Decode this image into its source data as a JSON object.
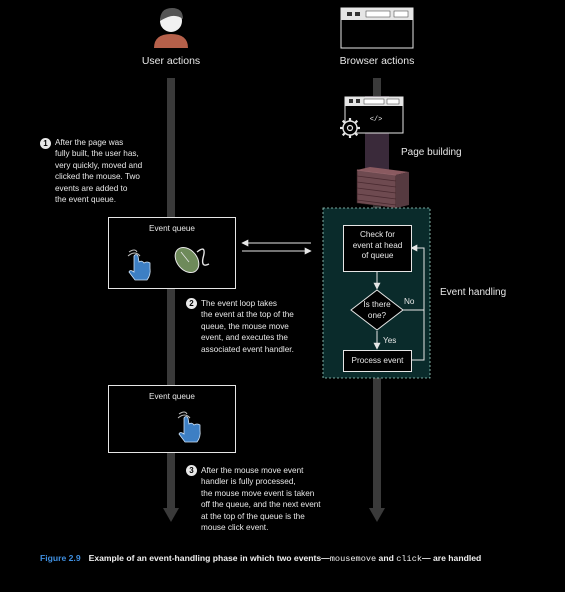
{
  "columns": {
    "user": "User actions",
    "browser": "Browser actions"
  },
  "labels": {
    "page_building": "Page building",
    "event_handling": "Event handling",
    "code_glyph": "</>"
  },
  "steps": [
    {
      "number": "1",
      "text": "After the page was\nfully built, the user has,\nvery quickly, moved and\nclicked the mouse. Two\nevents are added to\nthe event queue."
    },
    {
      "number": "2",
      "text": "The event loop takes\nthe event at the top of the\nqueue, the mouse move\nevent, and executes the\nassociated event handler."
    },
    {
      "number": "3",
      "text": "After the mouse move event\nhandler is fully processed,\nthe mouse move event is taken\noff the queue, and the next event\nat the top of the queue is the\nmouse click event."
    }
  ],
  "queues": [
    {
      "title": "Event queue",
      "events": [
        "pointer-hand",
        "mouse"
      ]
    },
    {
      "title": "Event queue",
      "events": [
        "pointer-hand"
      ]
    }
  ],
  "flow": {
    "check": "Check for\nevent at head\nof queue",
    "decision": "Is there\none?",
    "no": "No",
    "yes": "Yes",
    "process": "Process event"
  },
  "caption": {
    "figure": "Figure 2.9",
    "text_a": "Example of an event-handling phase in which two events—",
    "code_a": "mousemove",
    "text_b": " and ",
    "code_b": "click",
    "text_c": "— are handled"
  },
  "colors": {
    "background": "#000000",
    "lane": "#3a3a3a",
    "page_building_fill": "#3a2a3a",
    "stack": "#6e4a50",
    "event_handling_fill": "#0a2b2b",
    "event_handling_border": "#9fd6c8",
    "avatar_body": "#b5604a",
    "caption_accent": "#3f8fe0"
  }
}
